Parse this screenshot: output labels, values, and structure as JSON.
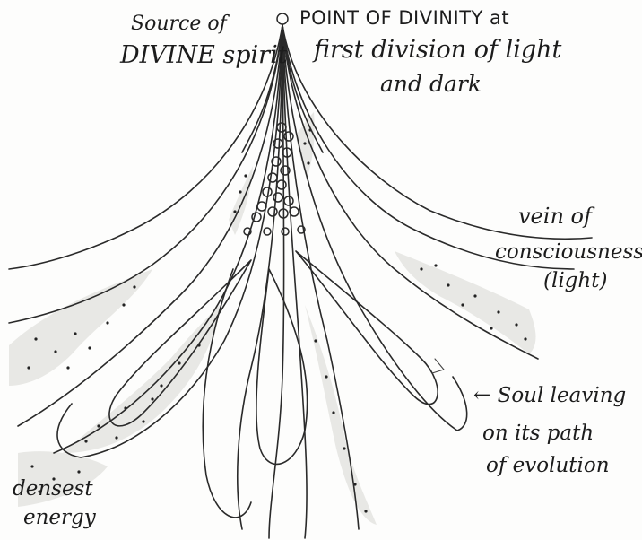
{
  "labels": {
    "source_line1": "Source of",
    "source_line2": "DIVINE spirit",
    "point_line1": "POINT OF DIVINITY at",
    "point_line2": "first division of light",
    "point_line3": "and dark",
    "vein_line1": "vein of",
    "vein_line2": "consciousness",
    "vein_line3": "(light)",
    "soul_line1": "← Soul leaving",
    "soul_line2": "on its path",
    "soul_line3": "of evolution",
    "densest_line1": "densest",
    "densest_line2": "energy"
  }
}
